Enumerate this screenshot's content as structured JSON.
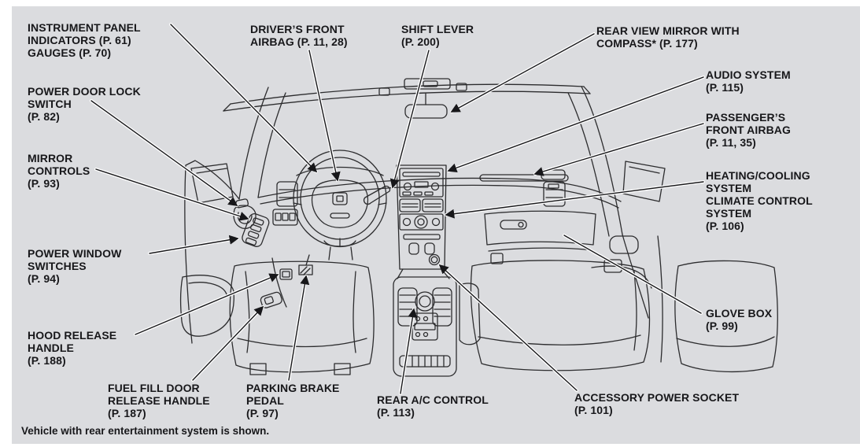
{
  "page": {
    "background": "#ffffff",
    "panel_background": "#dbdcdf",
    "line_color": "#2c2c2e",
    "text_color": "#17171a",
    "caption": "Vehicle with rear entertainment system is shown."
  },
  "callouts": [
    {
      "name": "instrument-panel-indicators",
      "lines": [
        "INSTRUMENT PANEL",
        "INDICATORS (P. 61)",
        "GAUGES (P. 70)"
      ]
    },
    {
      "name": "power-door-lock-switch",
      "lines": [
        "POWER DOOR LOCK",
        "SWITCH",
        "(P. 82)"
      ]
    },
    {
      "name": "mirror-controls",
      "lines": [
        "MIRROR",
        "CONTROLS",
        "(P. 93)"
      ]
    },
    {
      "name": "power-window-switches",
      "lines": [
        "POWER WINDOW",
        "SWITCHES",
        "(P. 94)"
      ]
    },
    {
      "name": "hood-release-handle",
      "lines": [
        "HOOD RELEASE",
        "HANDLE",
        "(P. 188)"
      ]
    },
    {
      "name": "fuel-fill-door-release-handle",
      "lines": [
        "FUEL FILL DOOR",
        "RELEASE HANDLE",
        "(P. 187)"
      ]
    },
    {
      "name": "parking-brake-pedal",
      "lines": [
        "PARKING BRAKE",
        "PEDAL",
        "(P. 97)"
      ]
    },
    {
      "name": "drivers-front-airbag",
      "lines": [
        "DRIVER’S FRONT",
        "AIRBAG (P. 11, 28)"
      ]
    },
    {
      "name": "shift-lever",
      "lines": [
        "SHIFT LEVER",
        "(P. 200)"
      ]
    },
    {
      "name": "rear-view-mirror-with-compass",
      "lines": [
        "REAR VIEW MIRROR WITH",
        "COMPASS* (P. 177)"
      ]
    },
    {
      "name": "audio-system",
      "lines": [
        "AUDIO SYSTEM",
        "(P. 115)"
      ]
    },
    {
      "name": "passengers-front-airbag",
      "lines": [
        "PASSENGER’S",
        "FRONT AIRBAG",
        "(P. 11, 35)"
      ]
    },
    {
      "name": "heating-cooling-climate-control-system",
      "lines": [
        "HEATING/COOLING",
        "SYSTEM",
        "CLIMATE CONTROL",
        "SYSTEM",
        "(P. 106)"
      ]
    },
    {
      "name": "glove-box",
      "lines": [
        "GLOVE BOX",
        "(P. 99)"
      ]
    },
    {
      "name": "accessory-power-socket",
      "lines": [
        "ACCESSORY POWER SOCKET",
        "(P. 101)"
      ]
    },
    {
      "name": "rear-ac-control",
      "lines": [
        "REAR A/C CONTROL",
        "(P. 113)"
      ]
    }
  ]
}
